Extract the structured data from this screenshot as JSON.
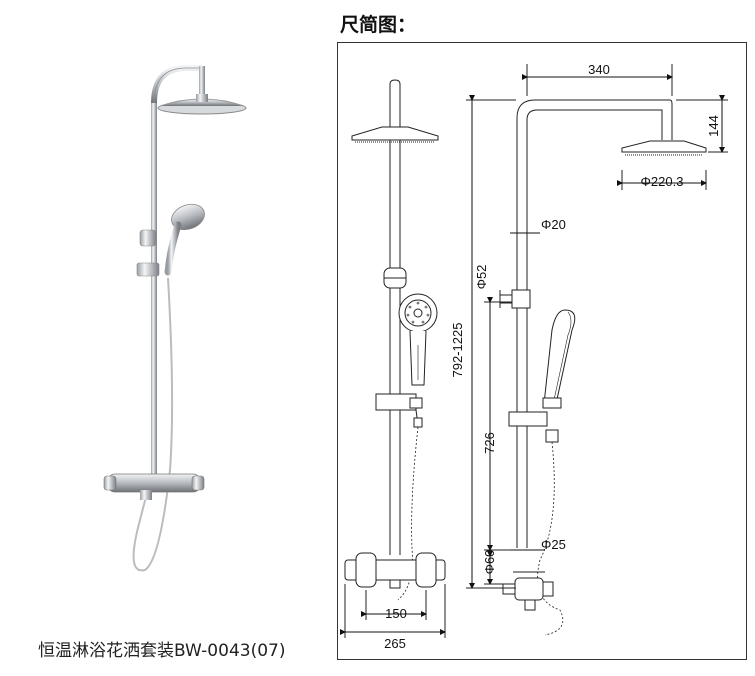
{
  "heading": "尺简图：",
  "caption": "恒温淋浴花洒套装BW-0043(07)",
  "dimensions": {
    "arm_length": "340",
    "head_drop": "144",
    "head_diameter": "Φ220.3",
    "pipe_upper": "Φ20",
    "holder_diameter": "Φ52",
    "height_range": "792-1225",
    "slide_length": "726",
    "pipe_lower": "Φ25",
    "valve_height": "Φ60",
    "inlet_spacing": "150",
    "valve_width": "265"
  }
}
